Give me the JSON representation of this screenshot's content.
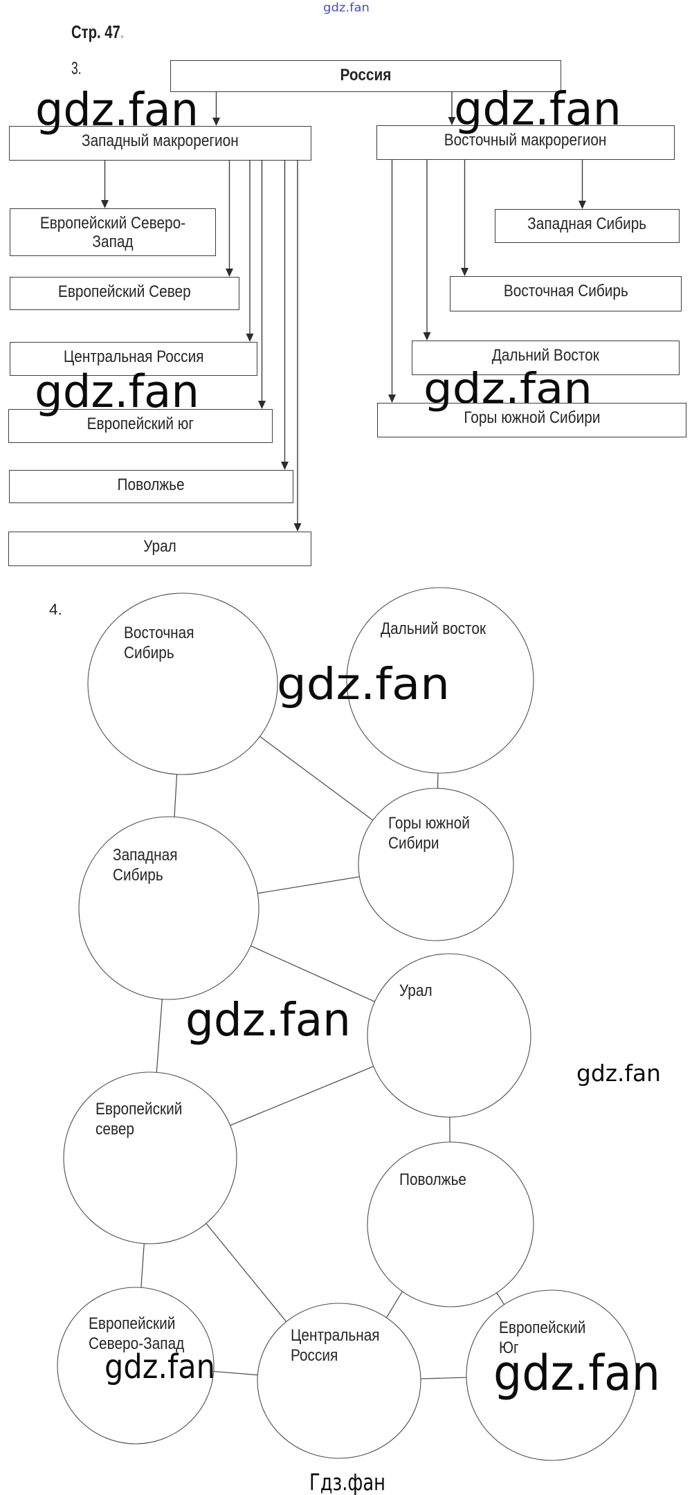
{
  "page": {
    "header": "Стр. 47",
    "header_dot": ".",
    "footer_brand": "Гдз.фан"
  },
  "watermark": {
    "brand": "gdz.fan"
  },
  "diagram3": {
    "task_label": "3.",
    "root": "Россия",
    "west": {
      "title": "Западный макрорегион",
      "children": [
        "Европейский Северо-Запад",
        "Европейский Север",
        "Центральная Россия",
        "Европейский юг",
        "Поволжье",
        "Урал"
      ]
    },
    "east": {
      "title": "Восточный макрорегион",
      "children": [
        "Западная Сибирь",
        "Восточная Сибирь",
        "Дальний Восток",
        "Горы южной Сибири"
      ]
    }
  },
  "diagram4": {
    "task_label": "4.",
    "nodes": [
      {
        "id": "vs",
        "label": "Восточная Сибирь"
      },
      {
        "id": "dv",
        "label": "Дальний восток"
      },
      {
        "id": "gus",
        "label": "Горы южной Сибири"
      },
      {
        "id": "zs",
        "label": "Западная Сибирь"
      },
      {
        "id": "ural",
        "label": "Урал"
      },
      {
        "id": "es",
        "label": "Европейский север"
      },
      {
        "id": "pv",
        "label": "Поволжье"
      },
      {
        "id": "esz",
        "label": "Европейский Северо-Запад"
      },
      {
        "id": "cr",
        "label": "Центральная Россия"
      },
      {
        "id": "eu",
        "label": "Европейский Юг"
      }
    ],
    "links": [
      [
        "vs",
        "zs"
      ],
      [
        "vs",
        "gus"
      ],
      [
        "dv",
        "gus"
      ],
      [
        "zs",
        "gus"
      ],
      [
        "zs",
        "ural"
      ],
      [
        "zs",
        "es"
      ],
      [
        "ural",
        "es"
      ],
      [
        "ural",
        "pv"
      ],
      [
        "es",
        "esz"
      ],
      [
        "es",
        "cr"
      ],
      [
        "pv",
        "cr"
      ],
      [
        "pv",
        "eu"
      ],
      [
        "esz",
        "cr"
      ],
      [
        "cr",
        "eu"
      ]
    ]
  }
}
